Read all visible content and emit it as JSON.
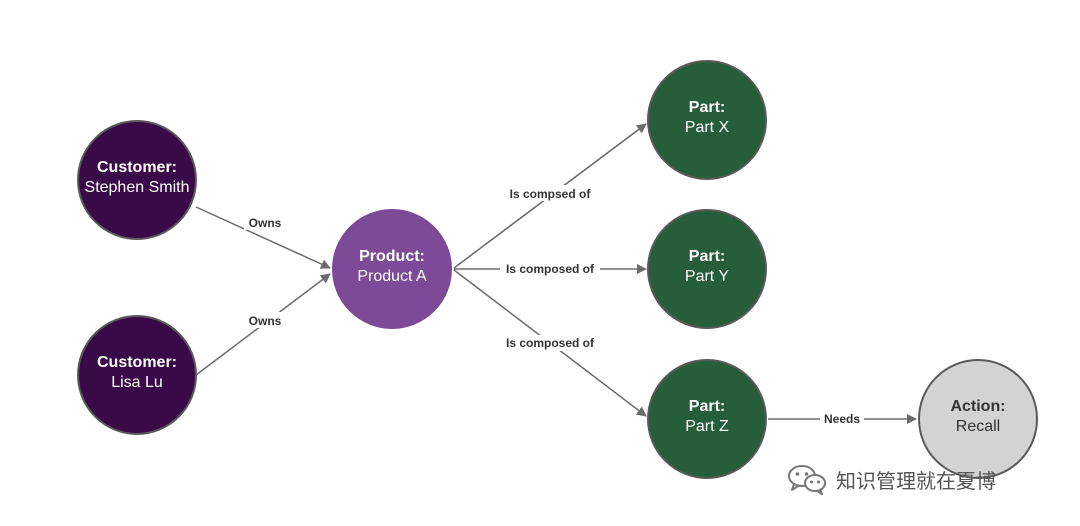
{
  "colors": {
    "customer": "#3a0a48",
    "product": "#7c4a97",
    "part": "#265e3b",
    "action": "#d3d3d3",
    "edge": "#6b6b6b",
    "node_border": "#5a5a5a"
  },
  "nodes": {
    "customer_stephen": {
      "title": "Customer:",
      "name": "Stephen Smith"
    },
    "customer_lisa": {
      "title": "Customer:",
      "name": "Lisa Lu"
    },
    "product_a": {
      "title": "Product:",
      "name": "Product A"
    },
    "part_x": {
      "title": "Part:",
      "name": "Part X"
    },
    "part_y": {
      "title": "Part:",
      "name": "Part Y"
    },
    "part_z": {
      "title": "Part:",
      "name": "Part Z"
    },
    "action_recall": {
      "title": "Action:",
      "name": "Recall"
    }
  },
  "edges": {
    "owns_1": "Owns",
    "owns_2": "Owns",
    "composed_x": "Is compsed of",
    "composed_y": "Is composed of",
    "composed_z": "Is composed of",
    "needs": "Needs"
  },
  "watermark": {
    "text": "知识管理就在夏博",
    "icon": "wechat-icon"
  }
}
